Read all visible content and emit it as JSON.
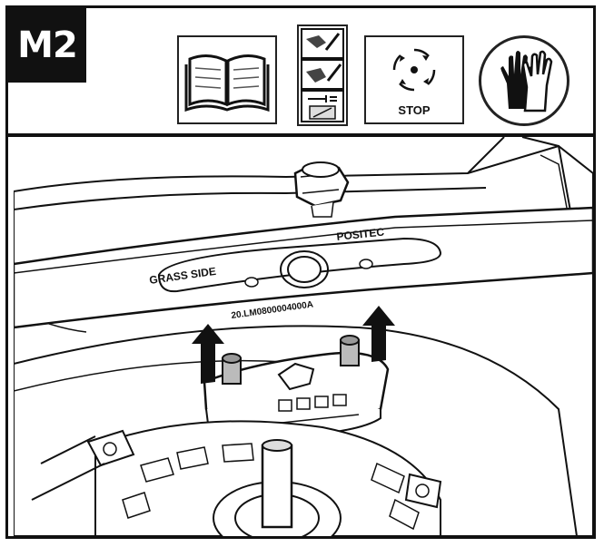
{
  "step": {
    "label": "M2"
  },
  "icons": {
    "manual": "read-manual-icon",
    "warnings": "cut-and-electrical-hazard-icon",
    "stop": {
      "name": "stop-rotating-blade-icon",
      "label": "STOP"
    },
    "gloves": "protective-gloves-icon"
  },
  "blade": {
    "side_label": "GRASS  SIDE",
    "brand_label": "POSITEC",
    "part_number": "20.LM0800004000A"
  },
  "colors": {
    "ink": "#111111",
    "paper": "#ffffff",
    "shade": "#c9c9c9"
  }
}
